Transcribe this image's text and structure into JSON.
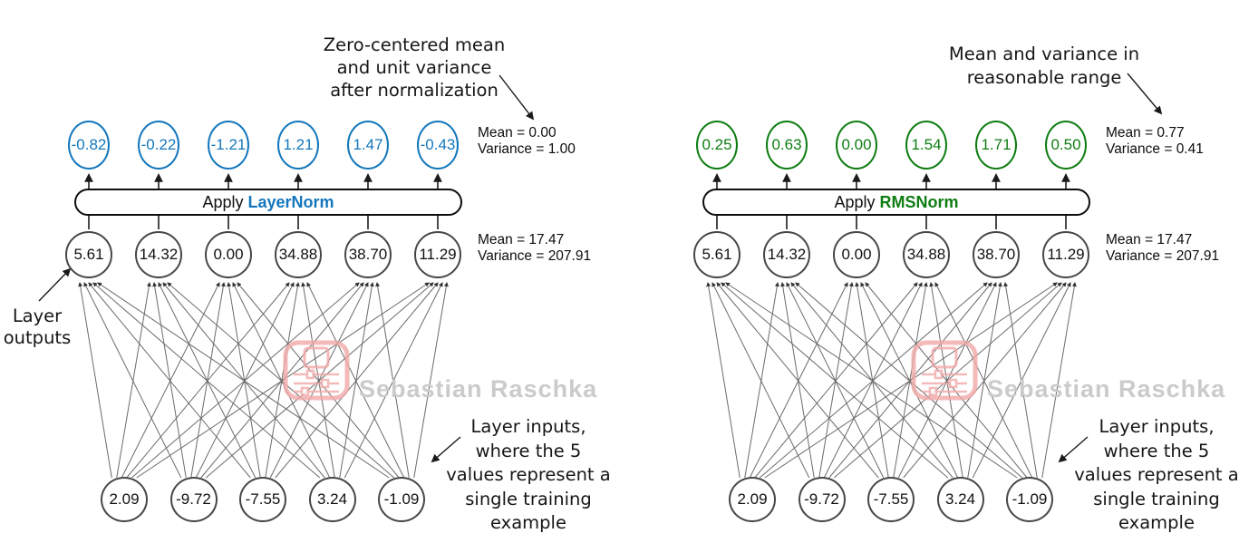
{
  "watermark": {
    "text": "Sebastian Raschka"
  },
  "colors": {
    "layernorm": "#1477bc",
    "rmsnorm": "#0e7d12",
    "node_stroke": "#474747",
    "edge": "#6b6b6b",
    "arrow": "#1a1a1a",
    "watermark_text": "#cbcbcb",
    "watermark_logo": "#f2a9a9"
  },
  "diagrams": [
    {
      "name": "layernorm",
      "apply_prefix": "Apply",
      "method": "LayerNorm",
      "normalized_values": [
        "-0.82",
        "-0.22",
        "-1.21",
        "1.21",
        "1.47",
        "-0.43"
      ],
      "normalized_stats": {
        "mean": "Mean = 0.00",
        "variance": "Variance = 1.00"
      },
      "output_values": [
        "5.61",
        "14.32",
        "0.00",
        "34.88",
        "38.70",
        "11.29"
      ],
      "output_stats": {
        "mean": "Mean = 17.47",
        "variance": "Variance = 207.91"
      },
      "input_values": [
        "2.09",
        "-9.72",
        "-7.55",
        "3.24",
        "-1.09"
      ],
      "top_note_lines": [
        "Zero-centered mean",
        "and unit variance",
        "after normalization"
      ],
      "outputs_note_lines": [
        "Layer",
        "outputs"
      ],
      "inputs_note_lines": [
        "Layer inputs,",
        "where the 5",
        "values represent a",
        "single training",
        "example"
      ]
    },
    {
      "name": "rmsnorm",
      "apply_prefix": "Apply",
      "method": "RMSNorm",
      "normalized_values": [
        "0.25",
        "0.63",
        "0.00",
        "1.54",
        "1.71",
        "0.50"
      ],
      "normalized_stats": {
        "mean": "Mean = 0.77",
        "variance": "Variance = 0.41"
      },
      "output_values": [
        "5.61",
        "14.32",
        "0.00",
        "34.88",
        "38.70",
        "11.29"
      ],
      "output_stats": {
        "mean": "Mean = 17.47",
        "variance": "Variance = 207.91"
      },
      "input_values": [
        "2.09",
        "-9.72",
        "-7.55",
        "3.24",
        "-1.09"
      ],
      "top_note_lines": [
        "Mean and variance in",
        "reasonable range"
      ],
      "inputs_note_lines": [
        "Layer inputs,",
        "where the 5",
        "values represent a",
        "single training",
        "example"
      ]
    }
  ]
}
